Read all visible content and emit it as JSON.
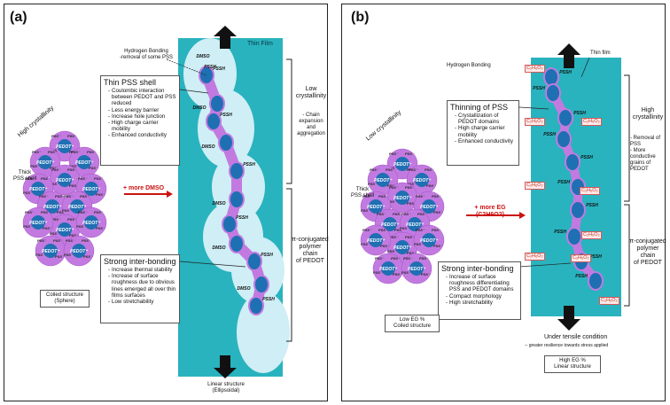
{
  "colors": {
    "film": "#29b3be",
    "pss": "#c27ae0",
    "pedot": "#1f6fb3",
    "ellipse": "#cfeef5",
    "arrow_red": "#cc1111"
  },
  "panel_a": {
    "label": "(a)",
    "high_crystallinity": "High crystallinity",
    "thick_shell": "Thick\nPSS shell",
    "coiled_structure": "Coiled structure\n(Sphere)",
    "arrow_label": "+ more DMSO",
    "hydrogen_bonding": "Hydrogen Bonding\n-removal of some PSS",
    "thin_film": "Thin Film",
    "dmso": "DMSO",
    "pssh": "PSSH",
    "pss_minus": "PSS⁻",
    "pedot_plus": "PEDOT⁺",
    "thin_shell_box": {
      "title": "Thin PSS shell",
      "items": [
        "Coulombic interaction between PEDOT and PSS reduced",
        "Less energy barrier",
        "Increase hole junction",
        "High charge carrier mobility",
        "Enhanced conductivity"
      ]
    },
    "strong_box": {
      "title": "Strong inter-bonding",
      "items": [
        "Increase thermal stability",
        "Increase of surface roughness due to obvious lines emerged all over thin films surfaces",
        "Low stretchability"
      ]
    },
    "low_crystallinity": "Low\ncrystallinity",
    "chain_expansion": "- Chain\nexpansion\nand\naggregation",
    "pi_conjugated": "π-conjugated\npolymer chain\nof PEDOT",
    "linear_structure": "Linear structure\n(Ellipsoidal)"
  },
  "panel_b": {
    "label": "(b)",
    "low_crystallinity": "Low crystallinity",
    "thick_shell": "Thick\nPSS shell",
    "arrow_label": "+ more EG\n(C2H6O2)",
    "hydrogen_bonding": "Hydrogen Bonding",
    "thin_film": "Thin film",
    "eg": "C₂H₆O₂",
    "pssh": "PSSH",
    "thinning_box": {
      "title": "Thinning of PSS",
      "items": [
        "Crystallization of PEDOT domains",
        "High charge carrier mobility",
        "Enhanced conductivity"
      ]
    },
    "strong_box": {
      "title": "Strong inter-bonding",
      "items": [
        "Increase of surface roughness differentiating PSS and PEDOT domains",
        "Compact morphology",
        "High stretchability"
      ]
    },
    "high_crystallinity": "High\ncrystallinity",
    "removal_pss": "- Removal of PSS\n- More conductive\ngrains of PEDOT",
    "pi_conjugated": "π-conjugated\npolymer chain\nof PEDOT",
    "low_eg": "Low EG %\nCoiled structure",
    "tensile": "Under tensile condition",
    "resilience": "-- greater resilience towards stress applied",
    "high_eg": "High EG %\nLinear structure"
  }
}
